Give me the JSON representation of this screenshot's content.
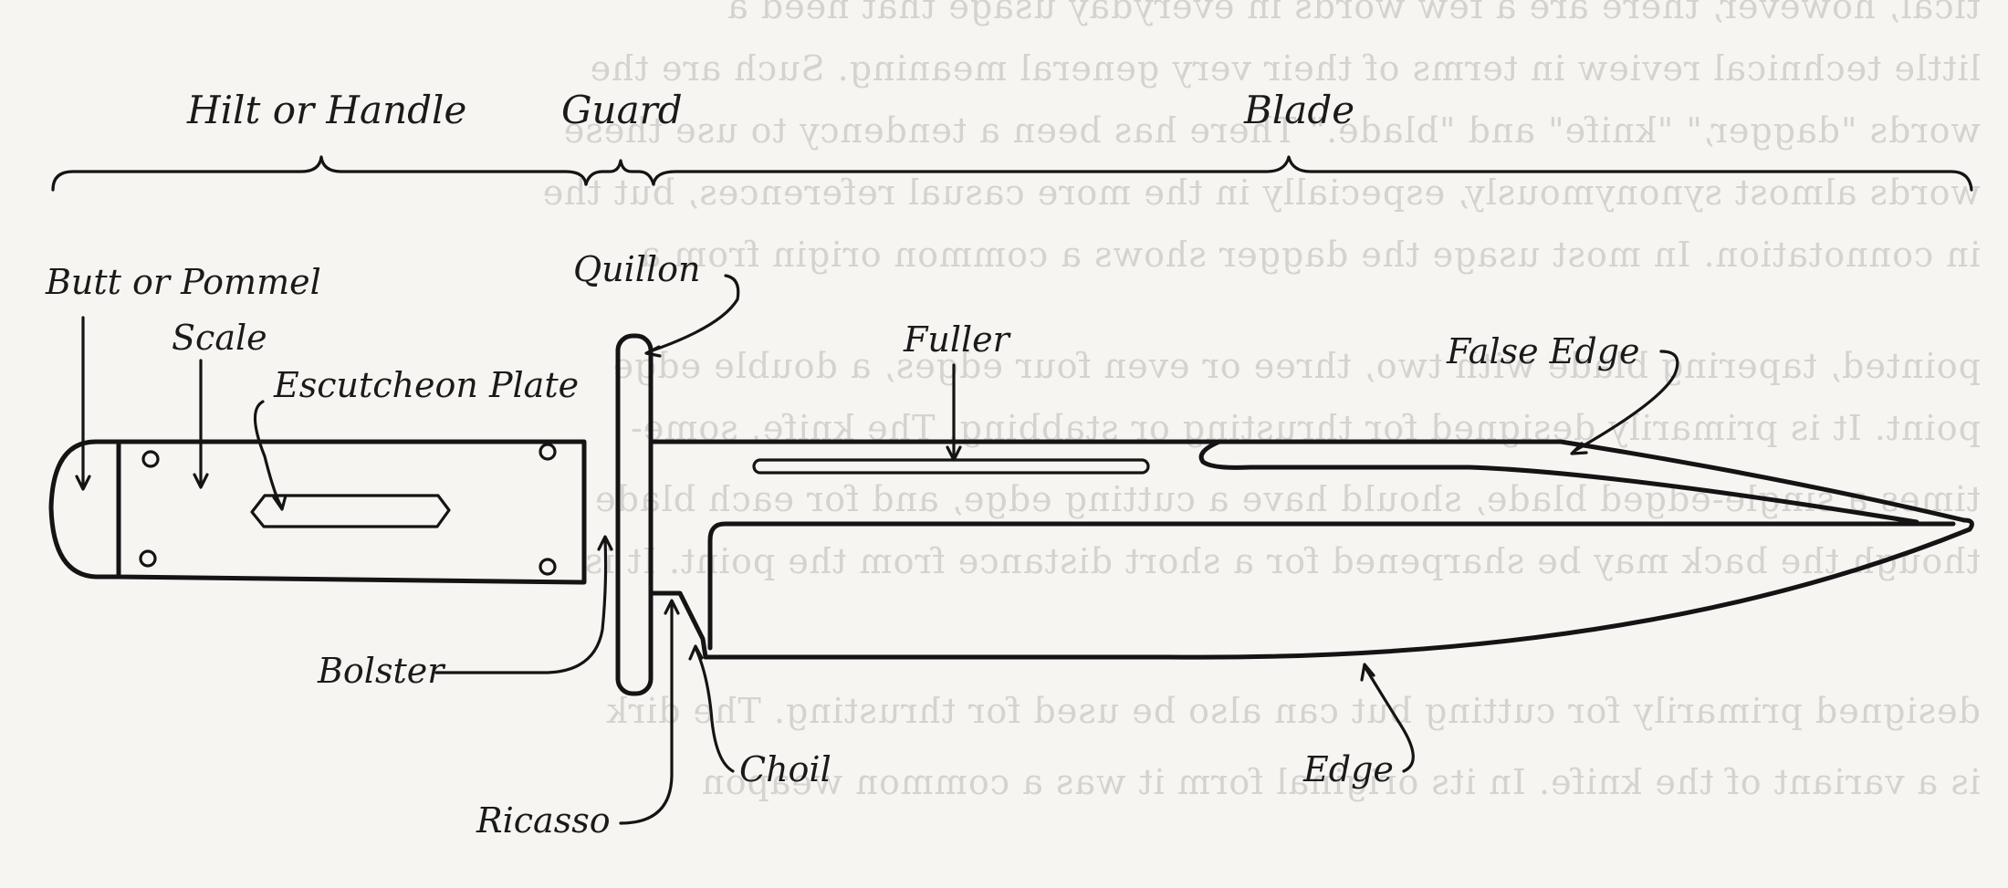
{
  "labels": {
    "hilt": "Hilt or Handle",
    "guard": "Guard",
    "blade": "Blade",
    "butt": "Butt or Pommel",
    "scale": "Scale",
    "escutcheon": "Escutcheon Plate",
    "quillon": "Quillon",
    "fuller": "Fuller",
    "false_edge": "False Edge",
    "bolster": "Bolster",
    "choil": "Choil",
    "ricasso": "Ricasso",
    "edge": "Edge"
  },
  "bleed_through": {
    "line1": "tical, however, there are a few words in everyday usage that need a",
    "line2": "little technical review in terms of their very general meaning. Such are the",
    "line3": "words \"dagger,\" \"knife\" and \"blade.\" There has been a tendency to use these",
    "line4": "words almost synonymously, especially in the more casual references, but the",
    "line5": "in connotation. In most usage the dagger shows a common origin from a",
    "line6": "pointed, tapering blade with two, three or even four edges, a double edge",
    "line7": "point. It is primarily designed for thrusting or stabbing. The knife, some-",
    "line8": "times a single-edged blade, should have a cutting edge, and for each blade",
    "line9": "though the back may be sharpened for a short distance from the point. It is",
    "line10": "designed primarily for cutting but can also be used for thrusting. The dirk",
    "line11": "is a variant of the knife. In its original form it was a common weapon"
  }
}
